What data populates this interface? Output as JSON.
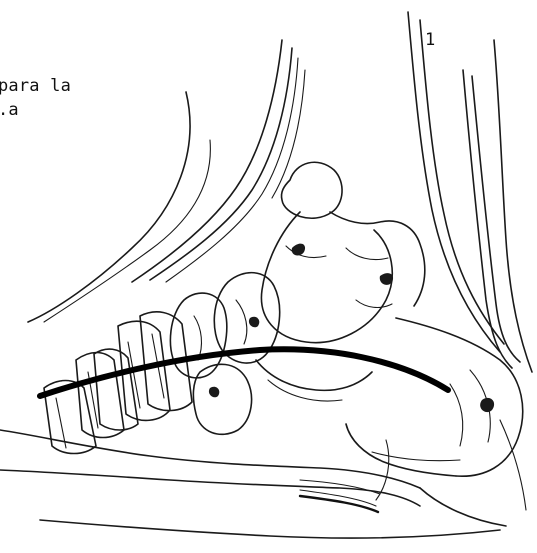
{
  "figure": {
    "number": "1",
    "caption_lines": [
      "para la",
      ".a"
    ]
  },
  "drawing": {
    "subject": "foot-bones-lateral-sketch",
    "ink_color": "#1a1a1a",
    "background": "#ffffff"
  }
}
